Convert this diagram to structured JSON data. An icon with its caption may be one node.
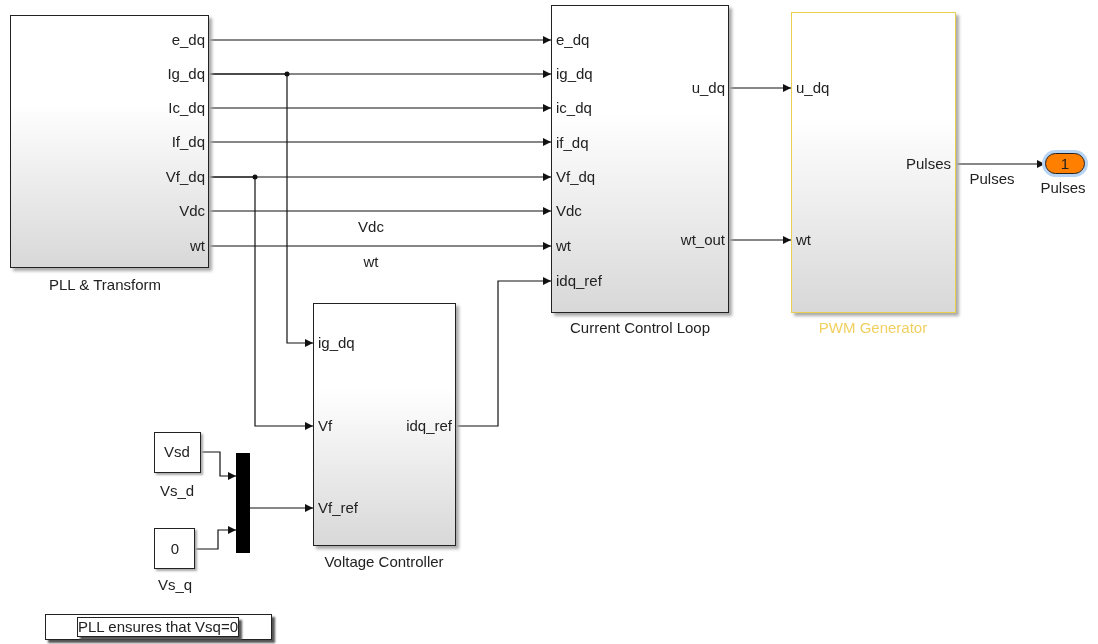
{
  "diagram": {
    "nodes": [
      {
        "text": [
          "e_dq",
          "Ig_dq",
          "Ic_dq",
          "If_dq",
          "Vf_dq",
          "Vdc",
          "wt",
          "PLL & Transform"
        ]
      },
      {
        "text": [
          "e_dq",
          "ig_dq",
          "ic_dq",
          "if_dq",
          "Vf_dq",
          "Vdc",
          "wt",
          "idq_ref",
          "u_dq",
          "wt_out",
          "Current Control Loop"
        ]
      },
      {
        "text": [
          "u_dq",
          "wt",
          "Pulses",
          "PWM Generator"
        ]
      },
      {
        "text": [
          "1",
          "Pulses"
        ]
      },
      {
        "text": [
          "ig_dq",
          "Vf",
          "Vf_ref",
          "idq_ref",
          "Voltage Controller"
        ]
      },
      {
        "text": [
          "Vsd",
          "Vs_d"
        ]
      },
      {
        "text": [
          "0",
          "Vs_q"
        ]
      },
      {
        "text": [],
        "shape": "bar"
      },
      {
        "text": [
          "PLL ensures that Vsq=0"
        ]
      }
    ],
    "edges": [
      {
        "from": 0,
        "to": 1,
        "arrow": "to"
      },
      {
        "from": 0,
        "to": 1,
        "arrow": "to"
      },
      {
        "from": 0,
        "to": 1,
        "arrow": "to"
      },
      {
        "from": 0,
        "to": 1,
        "arrow": "to"
      },
      {
        "from": 0,
        "to": 1,
        "arrow": "to"
      },
      {
        "from": 0,
        "to": 1,
        "arrow": "to",
        "label": "Vdc"
      },
      {
        "from": 0,
        "to": 1,
        "arrow": "to",
        "label": "wt"
      },
      {
        "from": 0,
        "to": 4,
        "arrow": "to"
      },
      {
        "from": 0,
        "to": 4,
        "arrow": "to"
      },
      {
        "from": 4,
        "to": 1,
        "arrow": "to"
      },
      {
        "from": 1,
        "to": 2,
        "arrow": "to"
      },
      {
        "from": 1,
        "to": 2,
        "arrow": "to"
      },
      {
        "from": 2,
        "to": 3,
        "arrow": "to",
        "label": "Pulses"
      },
      {
        "from": 5,
        "to": 7,
        "arrow": "to"
      },
      {
        "from": 6,
        "to": 7,
        "arrow": "to"
      },
      {
        "from": 7,
        "to": 4,
        "arrow": "to"
      }
    ]
  }
}
